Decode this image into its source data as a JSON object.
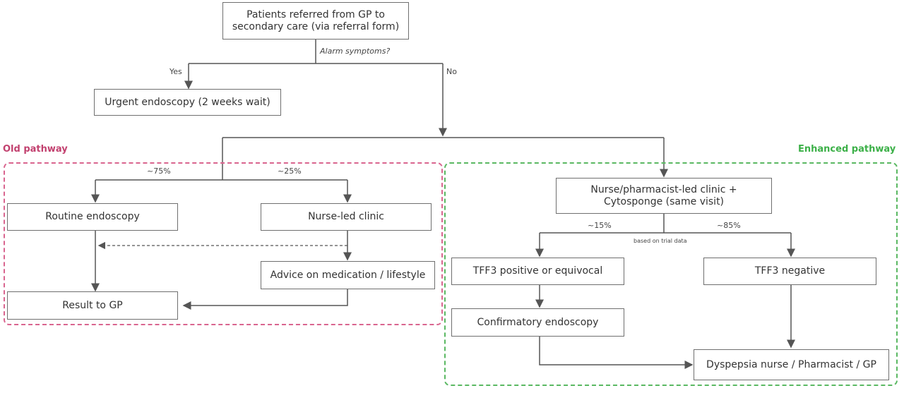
{
  "colors": {
    "old": "#c2416f",
    "enhanced": "#3cb048",
    "line": "#555555"
  },
  "regions": {
    "old_title": "Old pathway",
    "enhanced_title": "Enhanced pathway"
  },
  "nodes": {
    "referral": "Patients referred from GP to secondary care (via referral form)",
    "urgent": "Urgent endoscopy (2 weeks wait)",
    "routine": "Routine endoscopy",
    "nurse_led": "Nurse-led clinic",
    "advice": "Advice on medication / lifestyle",
    "result_gp": "Result to GP",
    "cytosponge": "Nurse/pharmacist-led clinic + Cytosponge (same visit)",
    "tff3_pos": "TFF3 positive or equivocal",
    "tff3_neg": "TFF3 negative",
    "confirm": "Confirmatory endoscopy",
    "dyspepsia": "Dyspepsia nurse / Pharmacist / GP"
  },
  "labels": {
    "alarm": "Alarm symptoms?",
    "yes": "Yes",
    "no": "No",
    "pct75": "~75%",
    "pct25": "~25%",
    "pct15": "~15%",
    "pct85": "~85%",
    "trial": "based on trial data"
  }
}
